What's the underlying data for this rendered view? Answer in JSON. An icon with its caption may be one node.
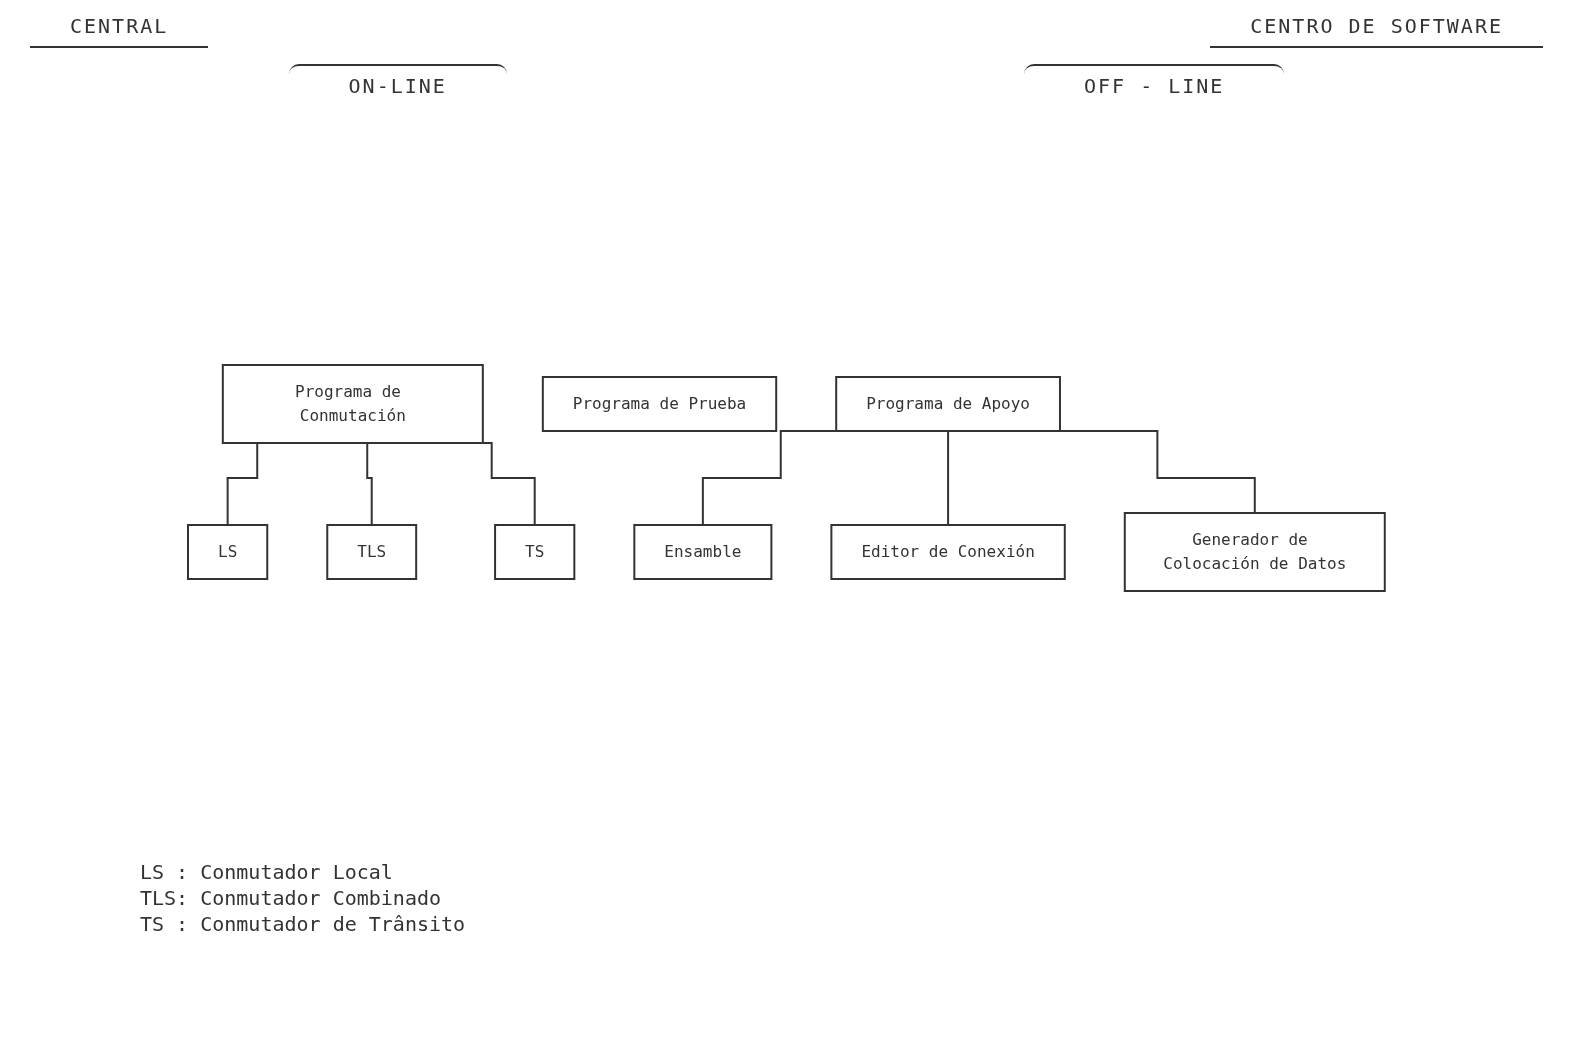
{
  "diagram": {
    "nodes": [
      {
        "text": [
          "Programa de Conmutación"
        ]
      },
      {
        "text": [
          "LS"
        ]
      },
      {
        "text": [
          "TLS"
        ]
      },
      {
        "text": [
          "TS"
        ]
      },
      {
        "text": [
          "Programa de Prueba"
        ]
      },
      {
        "text": [
          "Programa de Apoyo"
        ]
      },
      {
        "text": [
          "Ensamble"
        ]
      },
      {
        "text": [
          "Editor de Conexión"
        ]
      },
      {
        "text": [
          "Generador de Colocación de Datos"
        ]
      }
    ],
    "edges": [
      {
        "from": 0,
        "to": 1,
        "arrow": "none"
      },
      {
        "from": 0,
        "to": 2,
        "arrow": "none"
      },
      {
        "from": 0,
        "to": 3,
        "arrow": "none"
      },
      {
        "from": 5,
        "to": 6,
        "arrow": "none"
      },
      {
        "from": 5,
        "to": 7,
        "arrow": "none"
      },
      {
        "from": 5,
        "to": 8,
        "arrow": "none"
      }
    ],
    "labels": [
      "CENTRAL",
      "CENTRO DE SOFTWARE",
      "ON-LINE",
      "OFF - LINE",
      "LS : Conmutador Local",
      "TLS: Conmutador Combinado",
      "TS : Conmutador de Trânsito"
    ]
  }
}
